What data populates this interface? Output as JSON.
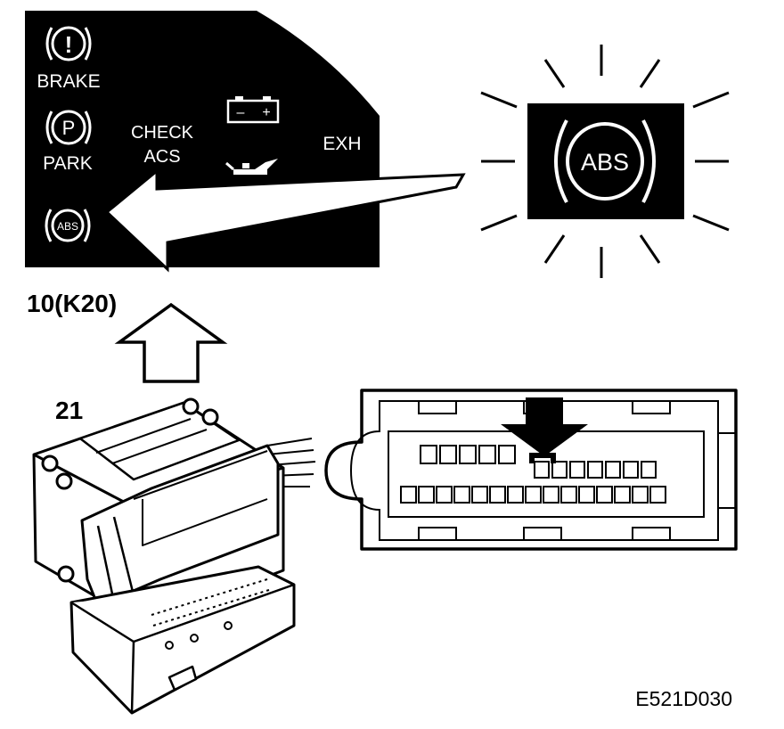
{
  "dashboard": {
    "brake_symbol": "!",
    "brake_label": "BRAKE",
    "park_symbol": "P",
    "park_label": "PARK",
    "abs_small_label": "ABS",
    "check_label_line1": "CHECK",
    "check_label_line2": "ACS",
    "exh_label": "EXH",
    "battery_minus": "–",
    "battery_plus": "+"
  },
  "abs_lamp": {
    "label": "ABS"
  },
  "callouts": {
    "arrow_label": "10(K20)",
    "connector_label": "21"
  },
  "figure_code": "E521D030"
}
